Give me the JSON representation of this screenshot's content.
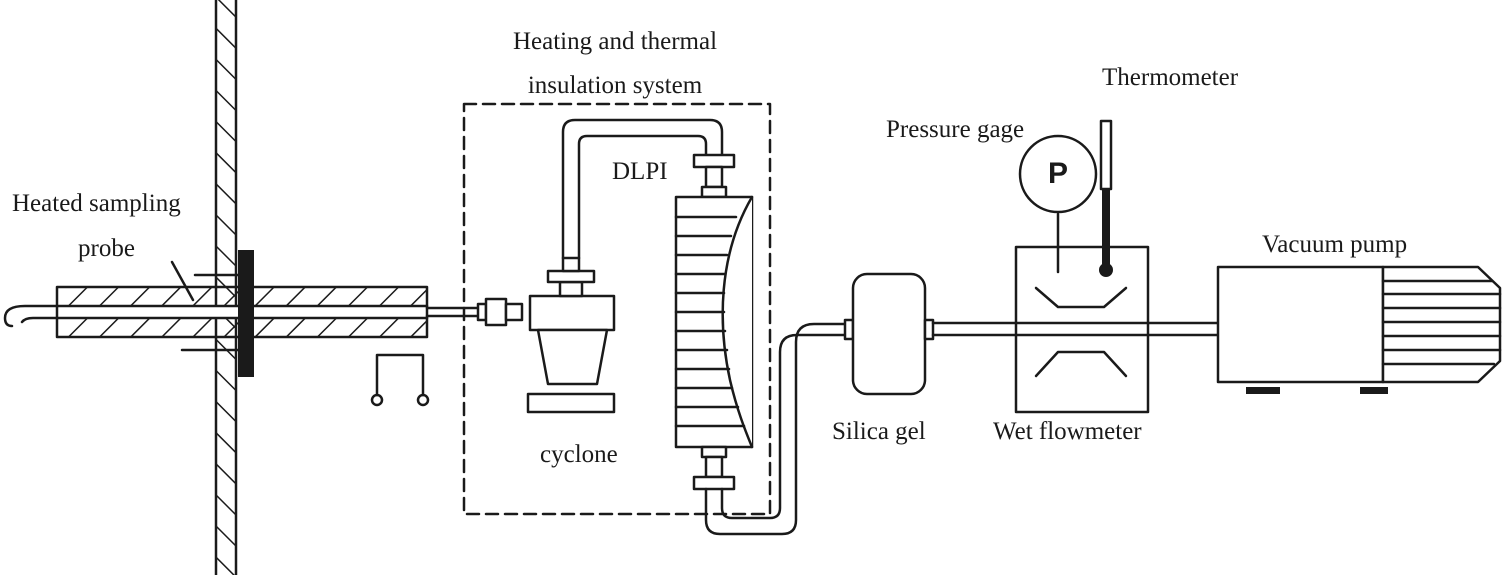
{
  "labels": {
    "heating_system_line1": "Heating and thermal",
    "heating_system_line2": "insulation system",
    "thermometer": "Thermometer",
    "pressure_gage": "Pressure gage",
    "pressure_symbol": "P",
    "dlpi": "DLPI",
    "probe_line1": "Heated sampling",
    "probe_line2": "probe",
    "vacuum_pump": "Vacuum pump",
    "cyclone": "cyclone",
    "silica_gel": "Silica gel",
    "wet_flowmeter": "Wet flowmeter"
  },
  "colors": {
    "line": "#1a1a1a",
    "background": "#ffffff"
  }
}
